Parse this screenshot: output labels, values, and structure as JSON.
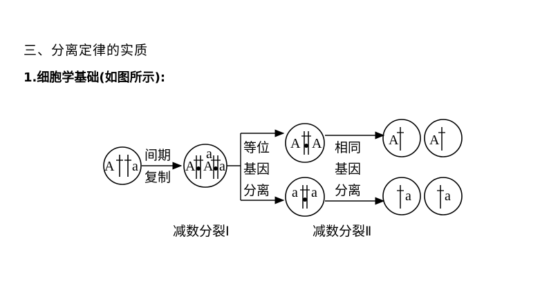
{
  "heading": "三、分离定律的实质",
  "subheading": "1.细胞学基础(如图所示):",
  "diagram": {
    "step1_label": [
      "间期",
      "复制"
    ],
    "step2_label": [
      "等位",
      "基因",
      "分离"
    ],
    "step3_label": [
      "相同",
      "基因",
      "分离"
    ],
    "allele_dominant": "A",
    "allele_recessive": "a",
    "stage1": "减数分裂Ⅰ",
    "stage2": "减数分裂Ⅱ"
  }
}
